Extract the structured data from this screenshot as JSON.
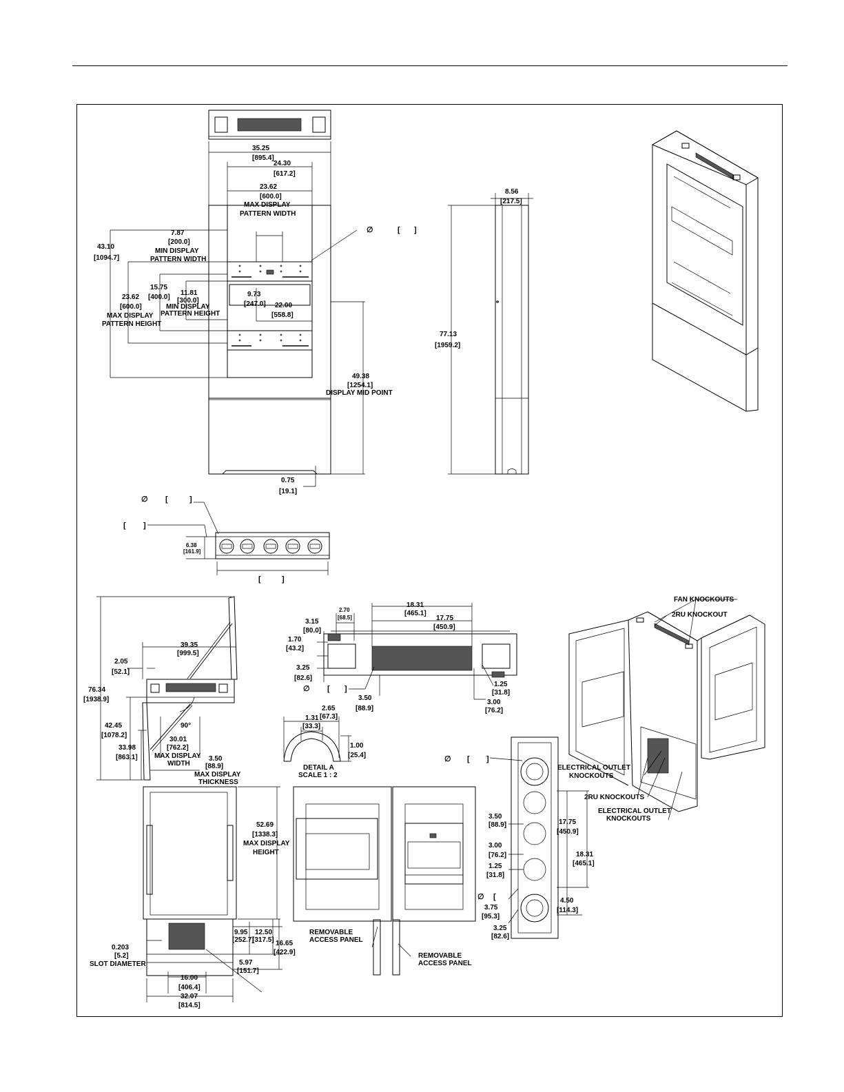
{
  "front": {
    "overall_width": "35.25",
    "overall_width_mm": "[895.4]",
    "inner_width": "24.30",
    "inner_width_mm": "[617.2]",
    "max_pat_width": "23.62",
    "max_pat_width_mm": "[600.0]",
    "max_pat_width_l1": "MAX DISPLAY",
    "max_pat_width_l2": "PATTERN WIDTH",
    "min_pat_width": "7.87",
    "min_pat_width_mm": "[200.0]",
    "min_pat_width_l1": "MIN DISPLAY",
    "min_pat_width_l2": "PATTERN WIDTH",
    "top_height": "43.10",
    "top_height_mm": "[1094.7]",
    "max_pat_height": "23.62",
    "max_pat_height_mm": "[600.0]",
    "max_pat_height_l1": "MAX DISPLAY",
    "max_pat_height_l2": "PATTERN HEIGHT",
    "d1575": "15.75",
    "d1575_mm": "[400.0]",
    "min_pat_height": "11.81",
    "min_pat_height_mm": "[300.0]",
    "min_pat_height_l1": "MIN DISPLAY",
    "min_pat_height_l2": "PATTERN HEIGHT",
    "d973": "9.73",
    "d973_mm": "[247.0]",
    "d2200": "22.00",
    "d2200_mm": "[558.8]",
    "midpoint": "49.38",
    "midpoint_mm": "[1254.1]",
    "midpoint_label": "DISPLAY MID POINT",
    "base": "0.75",
    "base_mm": "[19.1]"
  },
  "side": {
    "depth": "8.56",
    "depth_mm": "[217.5]",
    "height": "77.13",
    "height_mm": "[1959.2]"
  },
  "bottom": {
    "d638": "6.38",
    "d638_mm": "[161.9]"
  },
  "plan": {
    "d3935": "39.35",
    "d3935_mm": "[999.5]",
    "d205": "2.05",
    "d205_mm": "[52.1]",
    "d7634": "76.34",
    "d7634_mm": "[1938.9]",
    "d4245": "42.45",
    "d4245_mm": "[1078.2]",
    "d3398": "33.98",
    "d3398_mm": "[863.1]",
    "angle": "90°",
    "d3001": "30.01",
    "d3001_mm": "[762.2]",
    "d3001_l1": "MAX DISPLAY",
    "d3001_l2": "WIDTH",
    "d350": "3.50",
    "d350_mm": "[88.9]",
    "d350_l1": "MAX DISPLAY",
    "d350_l2": "THICKNESS"
  },
  "top_detail": {
    "d1831": "18.31",
    "d1831_mm": "[465.1]",
    "d270": "2.70",
    "d270_mm": "[68.5]",
    "d1775": "17.75",
    "d1775_mm": "[450.9]",
    "d315": "3.15",
    "d315_mm": "[80.0]",
    "d170": "1.70",
    "d170_mm": "[43.2]",
    "d325": "3.25",
    "d325_mm": "[82.6]",
    "d125": "1.25",
    "d125_mm": "[31.8]",
    "d350": "3.50",
    "d350_mm": "[88.9]",
    "d300": "3.00",
    "d300_mm": "[76.2]"
  },
  "detail_a": {
    "d265": "2.65",
    "d265_mm": "[67.3]",
    "d131": "1.31",
    "d131_mm": "[33.3]",
    "d100": "1.00",
    "d100_mm": "[25.4]",
    "title": "DETAIL A",
    "scale": "SCALE 1 : 2"
  },
  "rear": {
    "d5269": "52.69",
    "d5269_mm": "[1338.3]",
    "d5269_l1": "MAX DISPLAY",
    "d5269_l2": "HEIGHT",
    "d0203": "0.203",
    "d0203_mm": "[5.2]",
    "slot": "SLOT DIAMETER",
    "d995": "9.95",
    "d995_mm": "[252.7]",
    "d1250": "12.50",
    "d1250_mm": "[317.5]",
    "d1665": "16.65",
    "d1665_mm": "[422.9]",
    "d597": "5.97",
    "d597_mm": "[151.7]",
    "d1600": "16.00",
    "d1600_mm": "[406.4]",
    "d3207": "32.07",
    "d3207_mm": "[814.5]"
  },
  "panel_labels": {
    "removable_1a": "REMOVABLE",
    "removable_1b": "ACCESS PANEL",
    "removable_2a": "REMOVABLE",
    "removable_2b": "ACCESS PANEL"
  },
  "side_strip": {
    "d350": "3.50",
    "d350_mm": "[88.9]",
    "d300": "3.00",
    "d300_mm": "[76.2]",
    "d125": "1.25",
    "d125_mm": "[31.8]",
    "d375": "3.75",
    "d375_mm": "[95.3]",
    "d325": "3.25",
    "d325_mm": "[82.6]",
    "d1775": "17.75",
    "d1775_mm": "[450.9]",
    "d1831": "18.31",
    "d1831_mm": "[465.1]",
    "d450": "4.50",
    "d450_mm": "[114.3]"
  },
  "callouts": {
    "fan": "FAN KNOCKOUTS",
    "ru_top": "2RU KNOCKOUT",
    "elec1a": "ELECTRICAL OUTLET",
    "elec1b": "KNOCKOUTS",
    "ru_bottom": "2RU KNOCKOUTS",
    "elec2a": "ELECTRICAL OUTLET",
    "elec2b": "KNOCKOUTS"
  },
  "symbols": {
    "diameter": "∅"
  }
}
